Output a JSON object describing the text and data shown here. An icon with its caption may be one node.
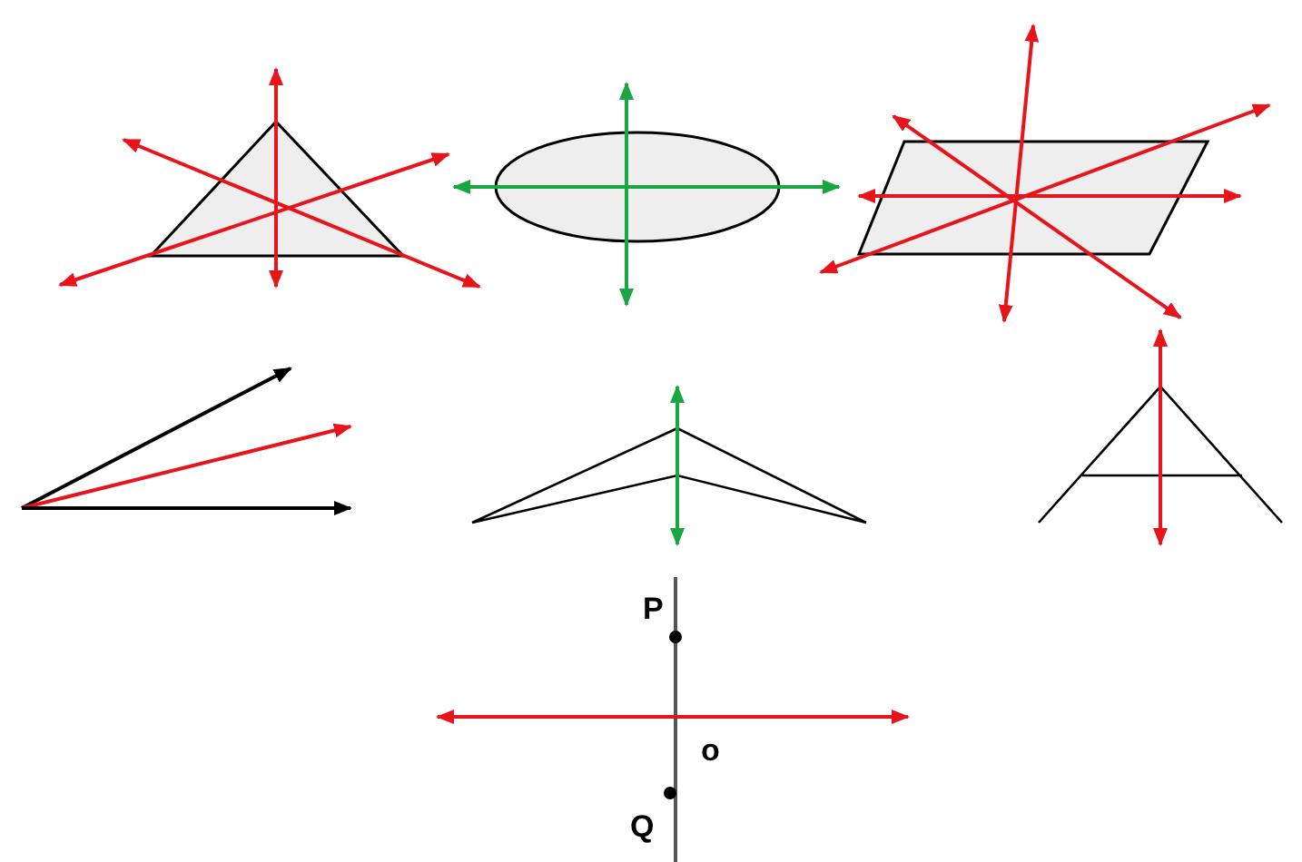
{
  "diagram": {
    "labels": [
      "P",
      "o",
      "Q"
    ]
  }
}
